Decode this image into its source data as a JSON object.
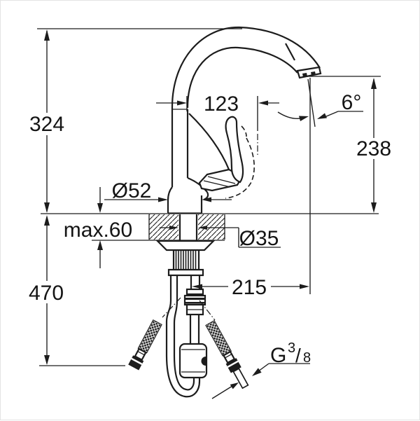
{
  "page": {
    "background": "#ffffff",
    "line_color": "#1c1c1c"
  },
  "drawing": {
    "type": "faucet-installation-dimension-drawing",
    "labels": {
      "overall_height": "324",
      "spout_reach": "123",
      "stream_angle": "6°",
      "outlet_height": "238",
      "base_diameter": "Ø52",
      "max_deck_thickness": "max.60",
      "hole_diameter": "Ø35",
      "clearance_below": "470",
      "hose_extension": "215",
      "thread_prefix": "G",
      "thread_numerator": "3",
      "thread_slash": "/",
      "thread_denominator": "8"
    }
  }
}
